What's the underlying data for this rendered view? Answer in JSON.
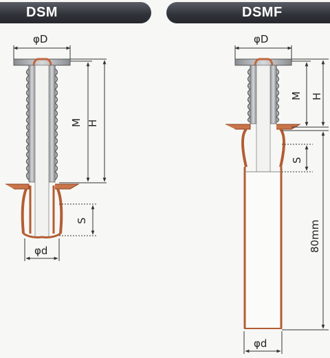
{
  "headers": {
    "left": "DSM",
    "right": "DSMF"
  },
  "labels": {
    "phi_D": "φD",
    "phi_d": "φd",
    "M": "M",
    "H": "H",
    "S": "S",
    "length": "80mm"
  },
  "colors": {
    "header": "#2f3238",
    "copper": "#c0673f",
    "copper_dark": "#8c4020",
    "steel": "#b7b9bc",
    "steel_dark": "#6d7075",
    "line": "#333333"
  }
}
